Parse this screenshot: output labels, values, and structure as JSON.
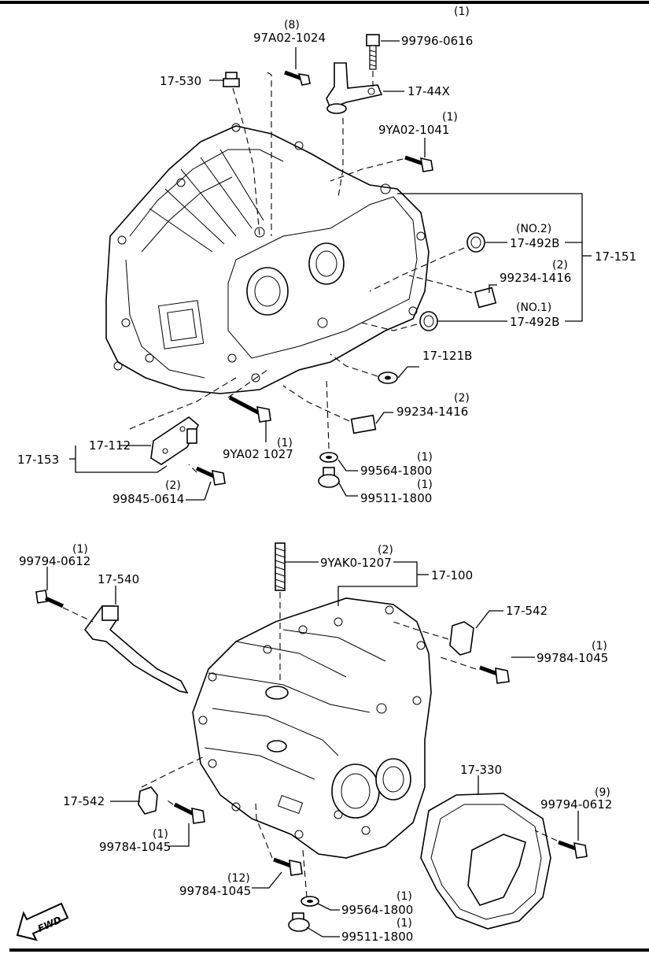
{
  "labels": {
    "top": {
      "p97A02_1024": "97A02-1024",
      "p97A02_1024_qty": "(8)",
      "p99796_0616": "99796-0616",
      "p99796_0616_qty": "(1)",
      "p17_530": "17-530",
      "p17_44X": "17-44X",
      "p9YA02_1041": "9YA02-1041",
      "p9YA02_1041_qty": "(1)",
      "p17_151": "17-151",
      "p17_492B_no2_tag": "(NO.2)",
      "p17_492B_no2": "17-492B",
      "p99234_1416_a": "99234-1416",
      "p99234_1416_a_qty": "(2)",
      "p17_492B_no1_tag": "(NO.1)",
      "p17_492B_no1": "17-492B",
      "p17_121B": "17-121B",
      "p99234_1416_b": "99234-1416",
      "p99234_1416_b_qty": "(2)",
      "p17_112": "17-112",
      "p17_153": "17-153",
      "p9YA02_1027": "9YA02 1027",
      "p9YA02_1027_qty": "(1)",
      "p99564_1800": "99564-1800",
      "p99564_1800_qty": "(1)",
      "p99845_0614": "99845-0614",
      "p99845_0614_qty": "(2)",
      "p99511_1800": "99511-1800",
      "p99511_1800_qty": "(1)"
    },
    "bottom": {
      "p99794_0612_a": "99794-0612",
      "p99794_0612_a_qty": "(1)",
      "p17_540": "17-540",
      "p9YAK0_1207": "9YAK0-1207",
      "p9YAK0_1207_qty": "(2)",
      "p17_100": "17-100",
      "p17_542_a": "17-542",
      "p99784_1045_a": "99784-1045",
      "p99784_1045_a_qty": "(1)",
      "p17_330": "17-330",
      "p99794_0612_b": "99794-0612",
      "p99794_0612_b_qty": "(9)",
      "p17_542_b": "17-542",
      "p99784_1045_b": "99784-1045",
      "p99784_1045_b_qty": "(1)",
      "p99784_1045_c": "99784-1045",
      "p99784_1045_c_qty": "(12)",
      "p99564_1800": "99564-1800",
      "p99564_1800_qty": "(1)",
      "p99511_1800": "99511-1800",
      "p99511_1800_qty": "(1)"
    },
    "fwd": "FWD"
  }
}
